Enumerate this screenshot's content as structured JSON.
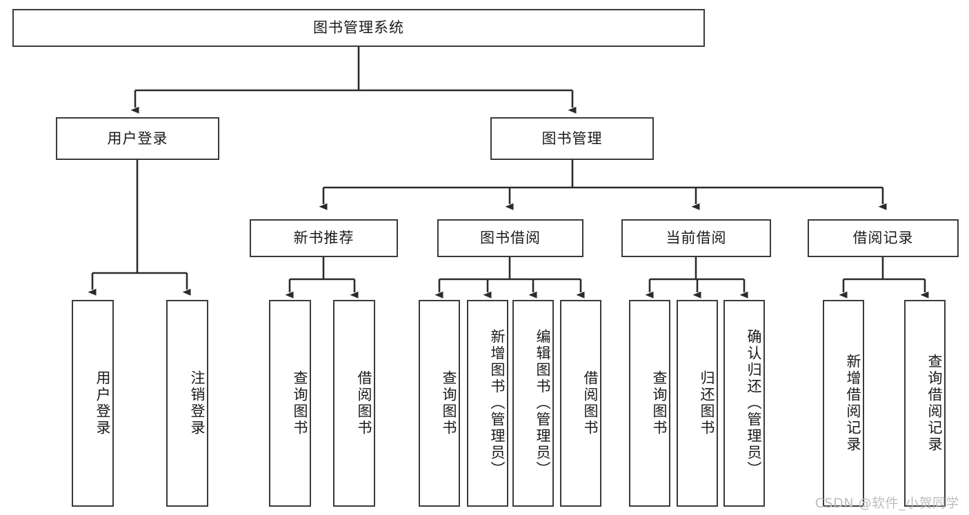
{
  "diagram": {
    "title": "图书管理系统",
    "type": "tree-hierarchy-diagram",
    "colors": {
      "box_border": "#3a3a3a",
      "box_fill": "#ffffff",
      "connector": "#2b2b2b",
      "text": "#1a1a1a",
      "watermark": "#bcbcbc"
    },
    "levels": {
      "root": {
        "label": "图书管理系统"
      },
      "level2": [
        {
          "id": "n-user-login",
          "label": "用户登录"
        },
        {
          "id": "n-book-manage",
          "label": "图书管理"
        }
      ],
      "level3": [
        {
          "id": "n-new-book-rec",
          "label": "新书推荐"
        },
        {
          "id": "n-book-borrow",
          "label": "图书借阅"
        },
        {
          "id": "n-current-borrow",
          "label": "当前借阅"
        },
        {
          "id": "n-borrow-record",
          "label": "借阅记录"
        }
      ],
      "leaves": {
        "user_login": [
          {
            "id": "leaf-user-login",
            "label": "用户登录"
          },
          {
            "id": "leaf-logout-login",
            "label": "注销登录"
          }
        ],
        "new_book_rec": [
          {
            "id": "leaf-query-book-1",
            "label": "查询图书"
          },
          {
            "id": "leaf-borrow-book-1",
            "label": "借阅图书"
          }
        ],
        "book_borrow": [
          {
            "id": "leaf-query-book-2",
            "label": "查询图书"
          },
          {
            "id": "leaf-add-book",
            "label": "新增图书（管理员）"
          },
          {
            "id": "leaf-edit-book",
            "label": "编辑图书（管理员）"
          },
          {
            "id": "leaf-borrow-book-2",
            "label": "借阅图书"
          }
        ],
        "current_borrow": [
          {
            "id": "leaf-query-book-3",
            "label": "查询图书"
          },
          {
            "id": "leaf-return-book",
            "label": "归还图书"
          },
          {
            "id": "leaf-confirm-return",
            "label": "确认归还（管理员）"
          }
        ],
        "borrow_record": [
          {
            "id": "leaf-add-record",
            "label": "新增借阅记录"
          },
          {
            "id": "leaf-query-record",
            "label": "查询借阅记录"
          }
        ]
      }
    },
    "watermark": "CSDN @软件_小贺同学"
  }
}
